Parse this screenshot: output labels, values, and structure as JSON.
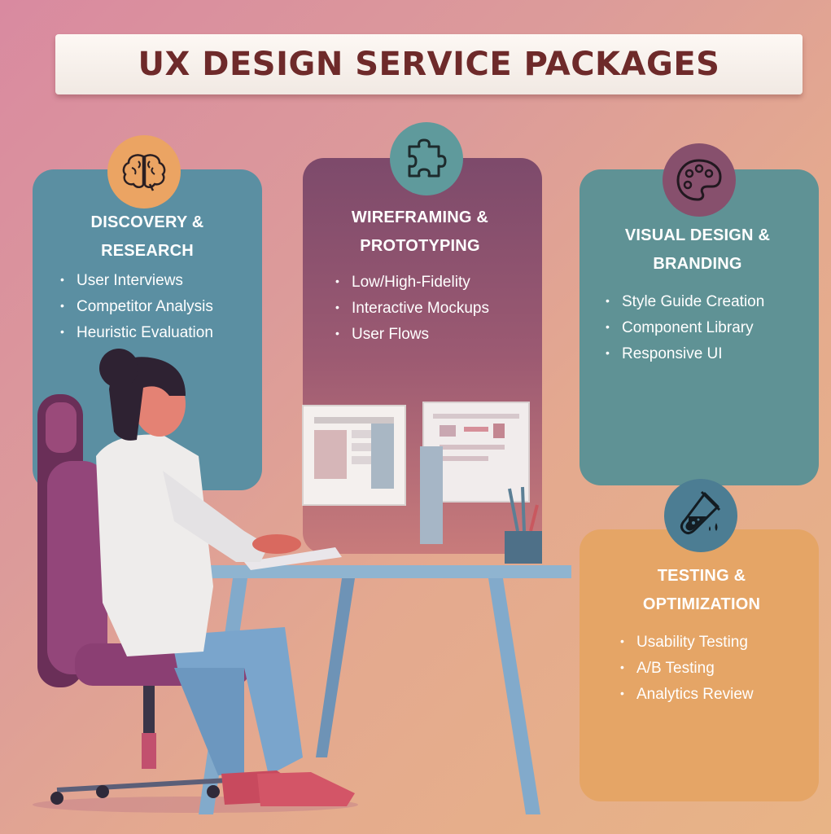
{
  "title": "UX DESIGN SERVICE PACKAGES",
  "packages": [
    {
      "heading_line1": "DISCOVERY &",
      "heading_line2": "RESEARCH",
      "icon": "brain-icon",
      "items": [
        "User Interviews",
        "Competitor Analysis",
        "Heuristic Evaluation"
      ]
    },
    {
      "heading_line1": "WIREFRAMING &",
      "heading_line2": "PROTOTYPING",
      "icon": "puzzle-icon",
      "items": [
        "Low/High-Fidelity",
        "Interactive Mockups",
        "User Flows"
      ]
    },
    {
      "heading_line1": "VISUAL DESIGN &",
      "heading_line2": "BRANDING",
      "icon": "palette-icon",
      "items": [
        "Style Guide Creation",
        "Component Library",
        "Responsive UI"
      ]
    },
    {
      "heading_line1": "TESTING &",
      "heading_line2": "OPTIMIZATION",
      "icon": "test-tube-icon",
      "items": [
        "Usability Testing",
        "A/B Testing",
        "Analytics Review"
      ]
    }
  ],
  "colors": {
    "title": "#6e2a2a",
    "card_discovery": "#5b8fa2",
    "card_wireframing": "#7d4a6b",
    "card_visual": "#5f9295",
    "card_testing": "#e5a566"
  }
}
